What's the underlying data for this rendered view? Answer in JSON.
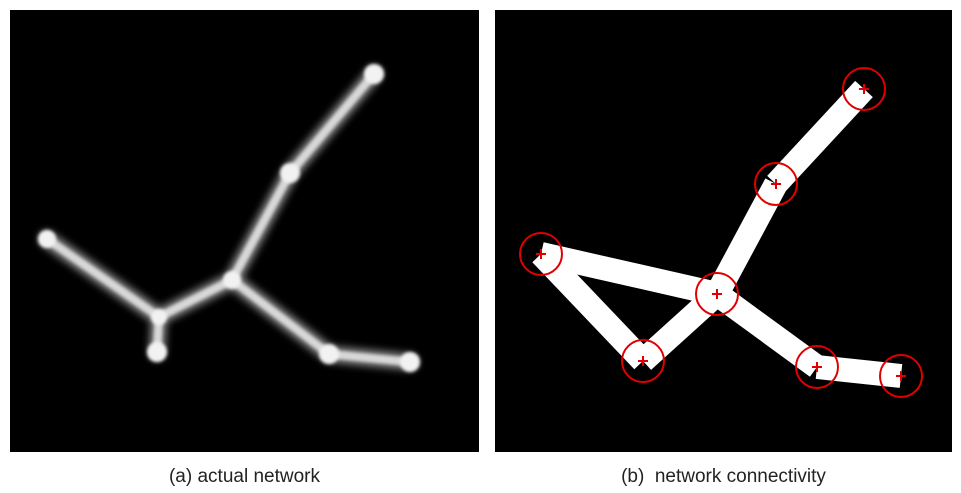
{
  "panels": {
    "a": {
      "caption": "(a) actual network"
    },
    "b": {
      "caption": "(b)  network connectivity"
    }
  },
  "colors": {
    "background": "#000000",
    "actual_network_edges": "#d4d4d4",
    "actual_network_glow": "#8a8a8a",
    "connectivity_edges": "#ffffff",
    "node_markers": "#e00000",
    "caption_text": "#222222"
  },
  "icons": {
    "node_marker": "red-circle-with-plus"
  }
}
